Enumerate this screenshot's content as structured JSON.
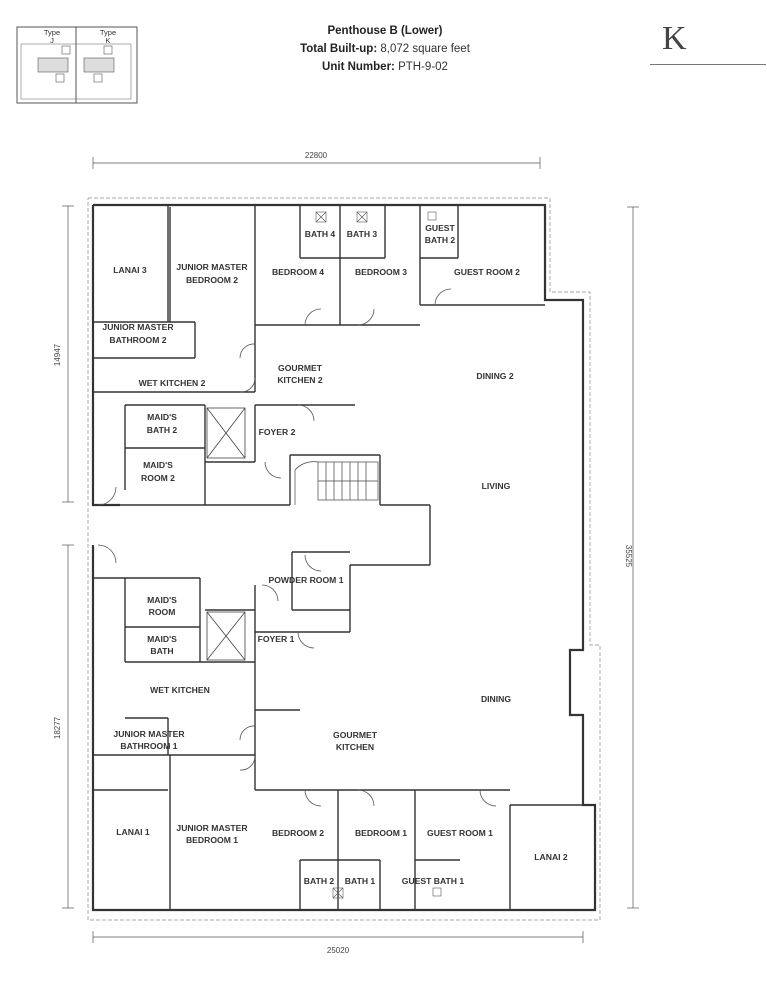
{
  "header": {
    "title": "Penthouse B (Lower)",
    "built_up_label": "Total Built-up:",
    "built_up_value": "8,072 square feet",
    "unit_label": "Unit Number:",
    "unit_value": "PTH-9-02",
    "type_letter": "K"
  },
  "keyplan": {
    "type_j": "Type",
    "type_j_letter": "J",
    "type_k": "Type",
    "type_k_letter": "K"
  },
  "dimensions": {
    "top": "22800",
    "bottom": "25020",
    "left_upper": "14947",
    "left_lower": "18277",
    "right": "35525"
  },
  "rooms": {
    "lanai3": "LANAI 3",
    "jmb2_1": "JUNIOR MASTER",
    "jmb2_2": "BEDROOM 2",
    "bedroom4": "BEDROOM 4",
    "bath4": "BATH 4",
    "bath3": "BATH 3",
    "bedroom3": "BEDROOM 3",
    "guest_bath2_1": "GUEST",
    "guest_bath2_2": "BATH 2",
    "guest_room2": "GUEST ROOM 2",
    "jmbath2_1": "JUNIOR MASTER",
    "jmbath2_2": "BATHROOM 2",
    "wet_kitchen2": "WET KITCHEN 2",
    "gourmet2_1": "GOURMET",
    "gourmet2_2": "KITCHEN 2",
    "dining2": "DINING 2",
    "maids_bath2_1": "MAID'S",
    "maids_bath2_2": "BATH 2",
    "foyer2": "FOYER 2",
    "maids_room2_1": "MAID'S",
    "maids_room2_2": "ROOM 2",
    "living": "LIVING",
    "powder1": "POWDER ROOM 1",
    "maids_room_1": "MAID'S",
    "maids_room_2": "ROOM",
    "maids_bath_1": "MAID'S",
    "maids_bath_2": "BATH",
    "foyer1": "FOYER 1",
    "wet_kitchen": "WET KITCHEN",
    "dining": "DINING",
    "jmbath1_1": "JUNIOR MASTER",
    "jmbath1_2": "BATHROOM 1",
    "gourmet_1": "GOURMET",
    "gourmet_2": "KITCHEN",
    "lanai1": "LANAI 1",
    "jmb1_1": "JUNIOR MASTER",
    "jmb1_2": "BEDROOM 1",
    "bedroom2": "BEDROOM 2",
    "bedroom1": "BEDROOM 1",
    "guest_room1": "GUEST ROOM 1",
    "lanai2": "LANAI 2",
    "bath2": "BATH 2",
    "bath1": "BATH 1",
    "guest_bath1": "GUEST BATH 1"
  }
}
